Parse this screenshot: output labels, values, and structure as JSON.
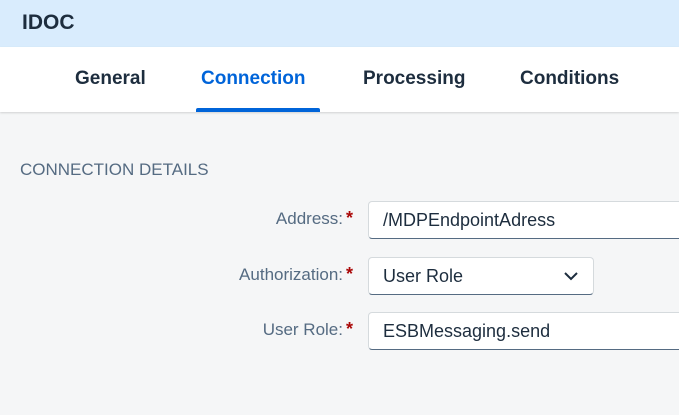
{
  "header": {
    "title": "IDOC"
  },
  "tabs": [
    {
      "label": "General"
    },
    {
      "label": "Connection",
      "active": true
    },
    {
      "label": "Processing"
    },
    {
      "label": "Conditions"
    }
  ],
  "section": {
    "title": "CONNECTION DETAILS"
  },
  "fields": {
    "address": {
      "label": "Address:",
      "required_mark": "*",
      "value": "/MDPEndpointAdress"
    },
    "authorization": {
      "label": "Authorization:",
      "required_mark": "*",
      "value": "User Role",
      "icon": "chevron-down-icon"
    },
    "user_role": {
      "label": "User Role:",
      "required_mark": "*",
      "value": "ESBMessaging.send"
    }
  },
  "colors": {
    "accent": "#0064d9",
    "header_bg": "#d9ecfd",
    "required": "#aa0808"
  }
}
